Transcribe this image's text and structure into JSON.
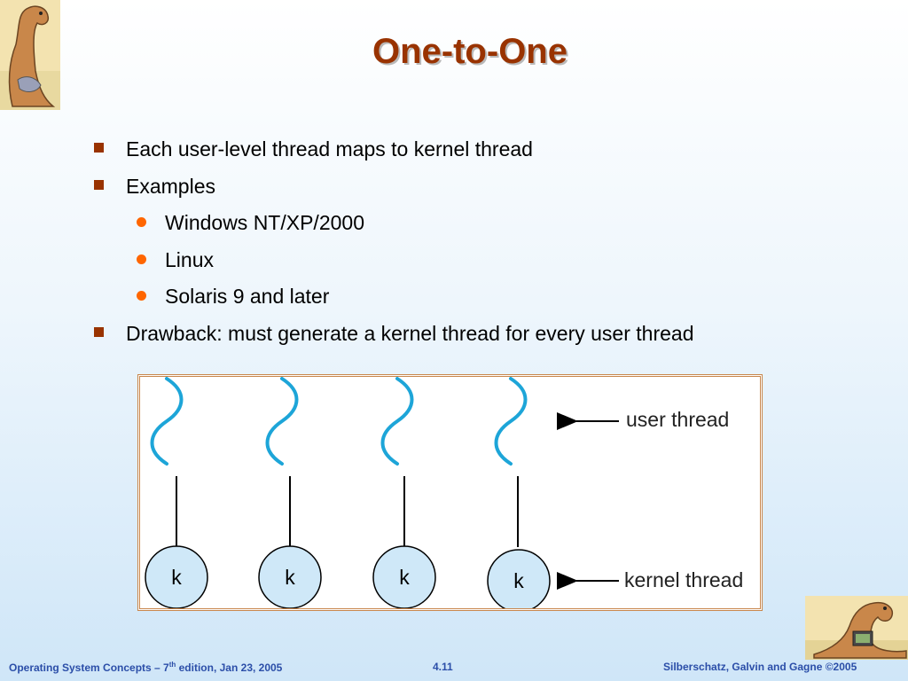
{
  "slide": {
    "title": "One-to-One",
    "bullets": [
      "Each user-level thread maps to kernel thread",
      "Examples",
      "Windows NT/XP/2000",
      "Linux",
      "Solaris 9 and later",
      "Drawback: must generate a kernel thread for every user thread"
    ]
  },
  "diagram": {
    "kernel_node_label": "k",
    "user_thread_label": "user thread",
    "kernel_thread_label": "kernel thread"
  },
  "footer": {
    "book_prefix": "Operating System Concepts – 7",
    "book_superscript": "th",
    "book_suffix": " edition, Jan 23, 2005",
    "page_number": "4.11",
    "copyright": "Silberschatz, Galvin and Gagne ©2005"
  },
  "colors": {
    "title": "#993300",
    "bullet_square": "#993300",
    "bullet_dot": "#ff6600",
    "thread_wave": "#1da5d8",
    "kernel_node_fill": "#cfe8f8",
    "footer_text": "#2b4ea8"
  }
}
